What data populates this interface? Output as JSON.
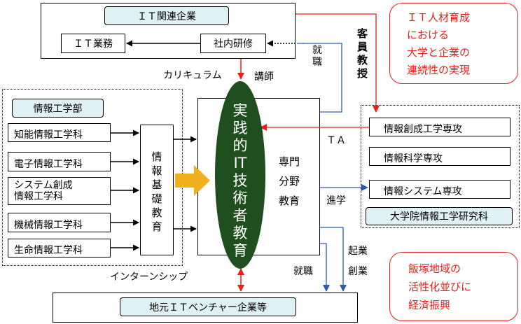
{
  "top_company_box": {
    "title": "ＩＴ関連企業",
    "it_work": "ＩＴ業務",
    "internal_training": "社内研修"
  },
  "red_note_top": [
    "ＩＴ人材育成",
    "における",
    "大学と企業の",
    "連続性の実現"
  ],
  "red_note_bottom": [
    "飯塚地域の",
    "活性化並びに",
    "経済振興"
  ],
  "faculty": {
    "title": "情報工学部",
    "departments": [
      "知能情報工学科",
      "電子情報工学科",
      "システム創成\n情報工学科",
      "機械情報工学科",
      "生命情報工学科"
    ]
  },
  "basic_education": "情報基礎教育",
  "center": {
    "ellipse_text": "実践的IT技術者教育",
    "specialty": [
      "専門",
      "分野",
      "教育"
    ]
  },
  "graduate": {
    "courses": [
      "情報創成工学専攻",
      "情報科学専攻",
      "情報システム専攻"
    ],
    "title": "大学院情報工学研究科"
  },
  "labels": {
    "curriculum": "カリキュラム",
    "lecturer": "講師",
    "employment_top": "就職",
    "visiting_professor": "客員教授",
    "ta": "ＴＡ",
    "advance": "進学",
    "startup": "起業",
    "founding": "創業",
    "employment_bottom": "就職",
    "internship": "インターンシップ"
  },
  "bottom_box": "地元ＩＴベンチャー企業等"
}
